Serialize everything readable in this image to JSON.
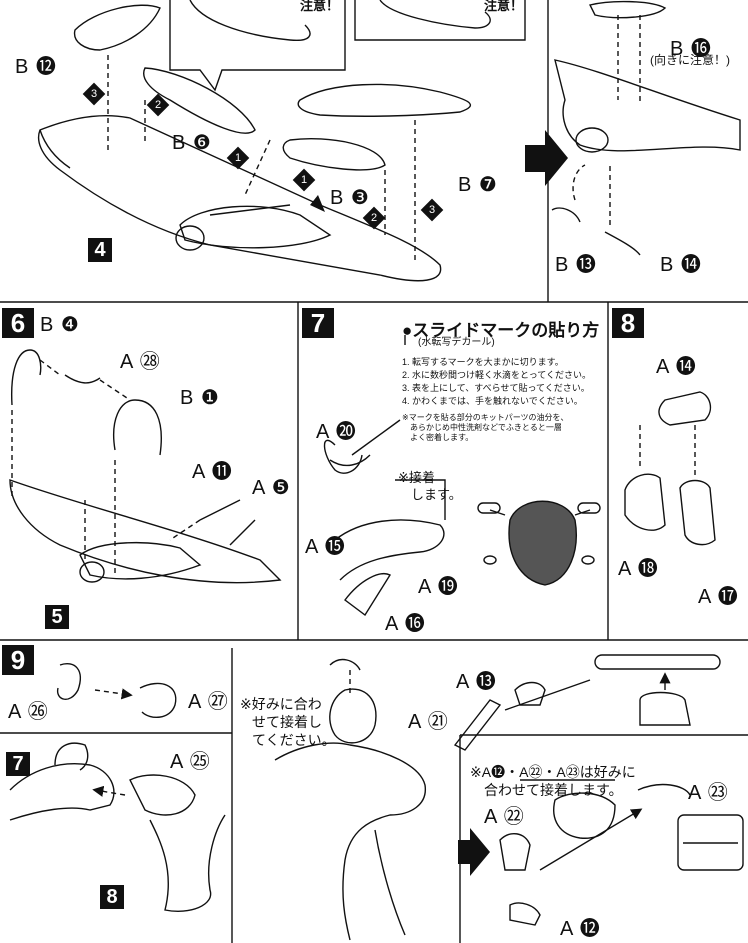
{
  "top": {
    "notice_1": "注意！",
    "notice_2": "注意！",
    "b12": "B ⓬",
    "b6": "B ❻",
    "b3": "B ❸",
    "b7": "B ❼",
    "b16": "B ⓰",
    "b16_note": "(向きに注意！)",
    "b13": "B ⓭",
    "b14": "B ⓮",
    "step4": "4",
    "diamonds": [
      "3",
      "2",
      "1",
      "1",
      "2",
      "3"
    ]
  },
  "step6": {
    "num": "6",
    "b4": "B ❹",
    "a28": "A ㉘",
    "b1": "B ❶",
    "a11": "A ⓫",
    "a5": "A ❺",
    "sub5": "5"
  },
  "step7": {
    "num": "7",
    "title": "●スライドマークの貼り方",
    "subtitle": "(水転写デカール)",
    "instructions": [
      "1. 転写するマークを大まかに切ります。",
      "2. 水に数秒間つけ軽く水滴をとってください。",
      "3. 表を上にして、すべらせて貼ってください。",
      "4. かわくまでは、手を触れないでください。"
    ],
    "caution": [
      "※マークを貼る部分のキットパーツの油分を、",
      "　あらかじめ中性洗剤などでふきとると一層",
      "　よく密着します。"
    ],
    "glue_note": [
      "※接着",
      "　します。"
    ],
    "a20": "A ⓴",
    "a15": "A ⓯",
    "a19": "A ⓳",
    "a16": "A ⓰"
  },
  "step8": {
    "num": "8",
    "a14": "A ⓮",
    "a18": "A ⓲",
    "a17": "A ⓱"
  },
  "step9": {
    "num": "9",
    "a26": "A ㉖",
    "a27": "A ㉗",
    "sub7": "7",
    "a25": "A ㉕",
    "sub8": "8",
    "pref_note": [
      "※好みに合わ",
      "せて接着し",
      "てください。"
    ],
    "a13": "A ⓭",
    "a21": "A ㉑",
    "pref_note2": [
      "※A⓬・A㉒・A㉓は好みに",
      "合わせて接着します。"
    ],
    "a22": "A ㉒",
    "a23": "A ㉓",
    "a12": "A ⓬"
  }
}
